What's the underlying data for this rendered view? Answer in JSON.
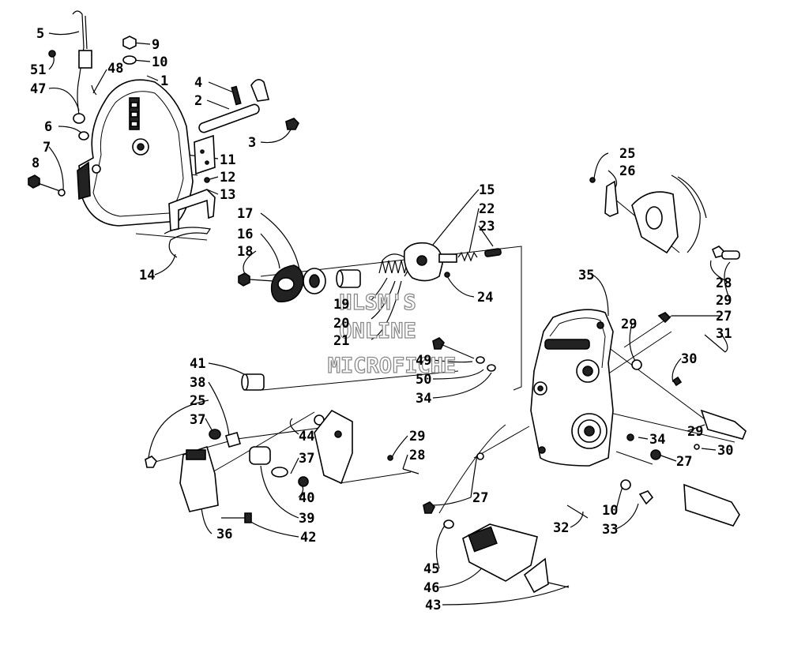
{
  "watermark": {
    "line1": "HLSM'S",
    "line2": "ONLINE",
    "line3": "MICROFICHE"
  },
  "callouts": {
    "c5": "5",
    "c9": "9",
    "c51": "51",
    "c10a": "10",
    "c48": "48",
    "c1": "1",
    "c47": "47",
    "c4": "4",
    "c2": "2",
    "c6": "6",
    "c3": "3",
    "c7": "7",
    "c11": "11",
    "c8": "8",
    "c12": "12",
    "c13": "13",
    "c17": "17",
    "c16": "16",
    "c18": "18",
    "c14": "14",
    "c15": "15",
    "c22": "22",
    "c23": "23",
    "c24": "24",
    "c19": "19",
    "c20": "20",
    "c21": "21",
    "c49": "49",
    "c50": "50",
    "c34a": "34",
    "c35": "35",
    "c25a": "25",
    "c26": "26",
    "c28a": "28",
    "c29a": "29",
    "c27a": "27",
    "c31": "31",
    "c29b": "29",
    "c30a": "30",
    "c41": "41",
    "c38": "38",
    "c25b": "25",
    "c37a": "37",
    "c44": "44",
    "c37b": "37",
    "c40": "40",
    "c39": "39",
    "c36": "36",
    "c42": "42",
    "c29c": "29",
    "c28b": "28",
    "c34b": "34",
    "c29d": "29",
    "c27b": "27",
    "c30b": "30",
    "c27c": "27",
    "c10b": "10",
    "c32": "32",
    "c33": "33",
    "c45": "45",
    "c46": "46",
    "c43": "43"
  }
}
